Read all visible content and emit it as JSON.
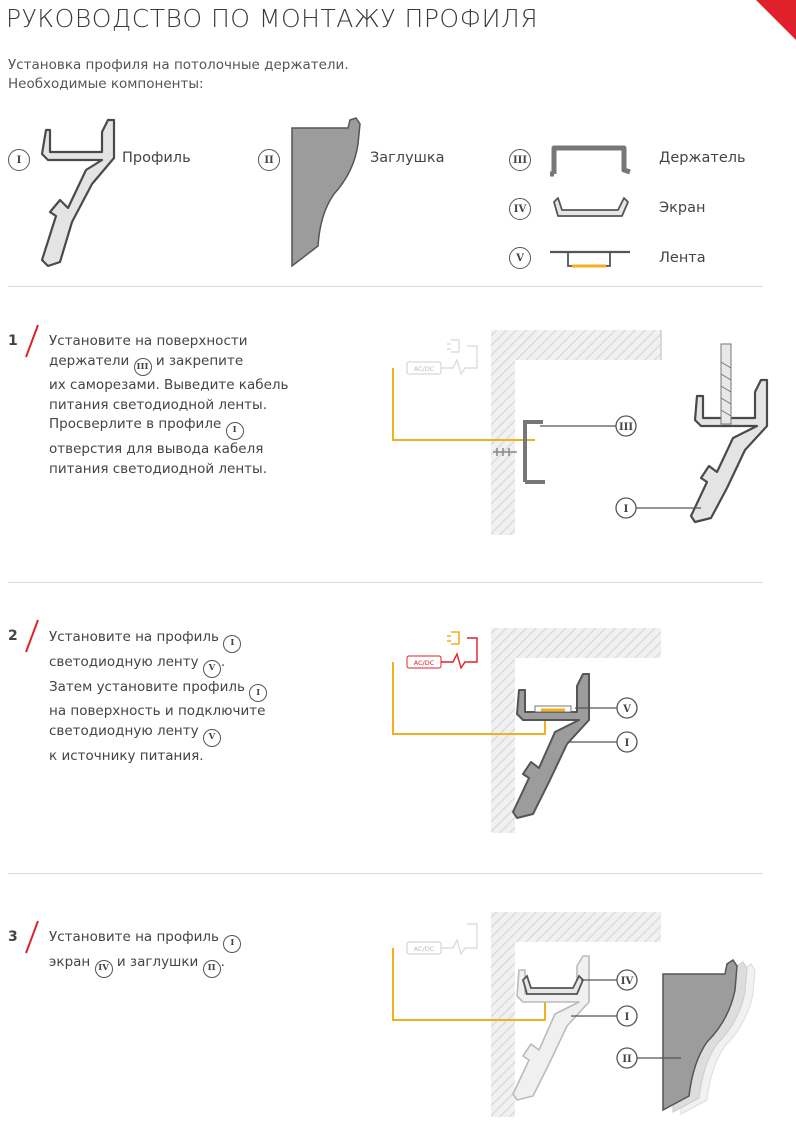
{
  "header": {
    "title": "РУКОВОДСТВО ПО МОНТАЖУ ПРОФИЛЯ"
  },
  "intro": {
    "line1": "Установка профиля на потолочные держатели.",
    "line2": "Необходимые компоненты:"
  },
  "components": [
    {
      "numeral": "I",
      "label": "Профиль"
    },
    {
      "numeral": "II",
      "label": "Заглушка"
    },
    {
      "numeral": "III",
      "label": "Держатель"
    },
    {
      "numeral": "IV",
      "label": "Экран"
    },
    {
      "numeral": "V",
      "label": "Лента"
    }
  ],
  "steps": [
    {
      "number": "1",
      "lines": [
        "Установите на поверхности",
        "держатели",
        "и закрепите",
        "их саморезами. Выведите кабель",
        "питания светодиодной ленты.",
        "Просверлите в профиле",
        "отверстия для вывода кабеля",
        "питания светодиодной ленты."
      ],
      "callouts": [
        "III",
        "I"
      ],
      "power_label": "AC/DC"
    },
    {
      "number": "2",
      "lines": [
        "Установите на профиль",
        "светодиодную ленту",
        ".",
        "Затем установите профиль",
        "на поверхность и подключите",
        "светодиодную ленту",
        "к источнику питания."
      ],
      "callouts": [
        "V",
        "I"
      ],
      "power_label": "AC/DC"
    },
    {
      "number": "3",
      "lines": [
        "Установите на профиль",
        "экран",
        "и заглушки",
        "."
      ],
      "callouts": [
        "IV",
        "I",
        "II"
      ],
      "power_label": "AC/DC"
    }
  ],
  "colors": {
    "accent": "#e0202b",
    "cable": "#f2b01e",
    "metal": "#8c8c8c",
    "wall": "#e6e6e6"
  }
}
